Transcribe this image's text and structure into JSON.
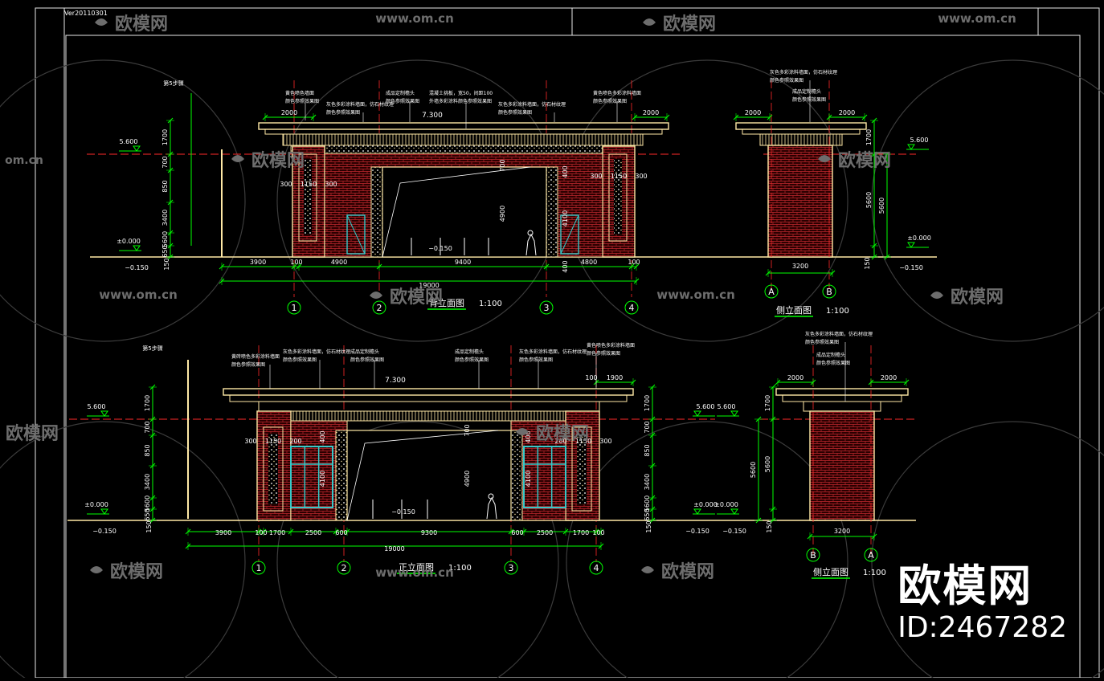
{
  "header": {
    "version": "Ver20110301"
  },
  "watermark": {
    "site": "www.om.cn",
    "brand": "欧模网"
  },
  "brand_box": {
    "name": "欧模网",
    "id": "ID:2467282"
  },
  "elevations": {
    "back": {
      "title": "背立面图",
      "scale": "1:100",
      "dims_bottom": [
        "3900",
        "100",
        "4900",
        "9400",
        "4800",
        "100"
      ],
      "total": "19000",
      "top_dims": [
        "2000",
        "7.300",
        "2000"
      ],
      "levels": [
        "5.600",
        "±0.000",
        "−0.150",
        "−0.150"
      ],
      "vert_dims": [
        "1700",
        "700",
        "850",
        "3400",
        "5600",
        "650",
        "150"
      ],
      "inner_dims": [
        "300",
        "1150",
        "300",
        "4900",
        "4100",
        "300",
        "1150",
        "300",
        "400",
        "700"
      ],
      "notes": [
        "黄色喷色墙面",
        "颜色参照效果图",
        "灰色多彩涂料墙面，仿石材纹理",
        "颜色参照效果图",
        "成品定制檐头",
        "颜色参照效果图",
        "混凝土挑板，宽50，间距100",
        "外墙多彩涂料颜色参照效果图",
        "灰色多彩涂料墙面，仿石材纹理",
        "颜色参照效果图",
        "黄色喷色多彩涂料墙面",
        "颜色参照效果图"
      ],
      "axes": [
        "1",
        "2",
        "3",
        "4"
      ],
      "step": "第5步骤"
    },
    "front": {
      "title": "正立面图",
      "scale": "1:100",
      "dims_bottom": [
        "3900",
        "100",
        "1700",
        "2500",
        "600",
        "9300",
        "600",
        "2500",
        "1700",
        "100"
      ],
      "total": "19000",
      "top_dims": [
        "7.300",
        "1900",
        "100"
      ],
      "levels": [
        "5.600",
        "5.600",
        "±0.000",
        "±0.000",
        "−0.150",
        "−0.150"
      ],
      "vert_dims": [
        "1700",
        "700",
        "850",
        "3400",
        "5600",
        "650",
        "150",
        "150"
      ],
      "inner_dims": [
        "300",
        "1150",
        "200",
        "400",
        "700",
        "4100",
        "4900",
        "100",
        "400",
        "4100",
        "700",
        "200",
        "1150",
        "300",
        "400",
        "400",
        "600"
      ],
      "notes": [
        "黄砖喷色多彩涂料墙面",
        "颜色参照效果图",
        "灰色多彩涂料墙面，仿石材纹理",
        "颜色参照效果图",
        "成品定制檐头",
        "颜色参照效果图",
        "成品定制檐头",
        "颜色参照效果图",
        "灰色多彩涂料墙面，仿石材纹理",
        "颜色参照效果图",
        "黄色喷色多彩涂料墙面",
        "颜色参照效果图"
      ],
      "axes": [
        "1",
        "2",
        "3",
        "4"
      ],
      "step": "第5步骤"
    },
    "side_top": {
      "title": "侧立面图",
      "scale": "1:100",
      "top_dims": [
        "2000",
        "2000"
      ],
      "width": "3200",
      "levels": [
        "5.600",
        "±0.000",
        "−0.150"
      ],
      "vert_dims": [
        "1700",
        "5600",
        "5600",
        "150"
      ],
      "notes": [
        "灰色多彩涂料墙面，仿石材纹理",
        "颜色参照效果图",
        "成品定制檐头",
        "颜色参照效果图"
      ],
      "axes": [
        "A",
        "B"
      ]
    },
    "side_bottom": {
      "title": "侧立面图",
      "scale": "1:100",
      "top_dims": [
        "2000",
        "2000"
      ],
      "width": "3200",
      "levels": [
        "5.600",
        "±0.000",
        "−0.150"
      ],
      "vert_dims": [
        "1700",
        "5600",
        "5600",
        "150"
      ],
      "notes": [
        "灰色多彩涂料墙面，仿石材纹理",
        "颜色参照效果图",
        "成品定制檐头",
        "颜色参照效果图"
      ],
      "axes": [
        "B",
        "A"
      ]
    }
  },
  "colors": {
    "bg": "#000000",
    "outline": "#ffe9a6",
    "brick": "#b22222",
    "dim": "#00ff00",
    "axis": "#ff2a2a",
    "text": "#ffffff",
    "glass": "#36c9c9"
  }
}
